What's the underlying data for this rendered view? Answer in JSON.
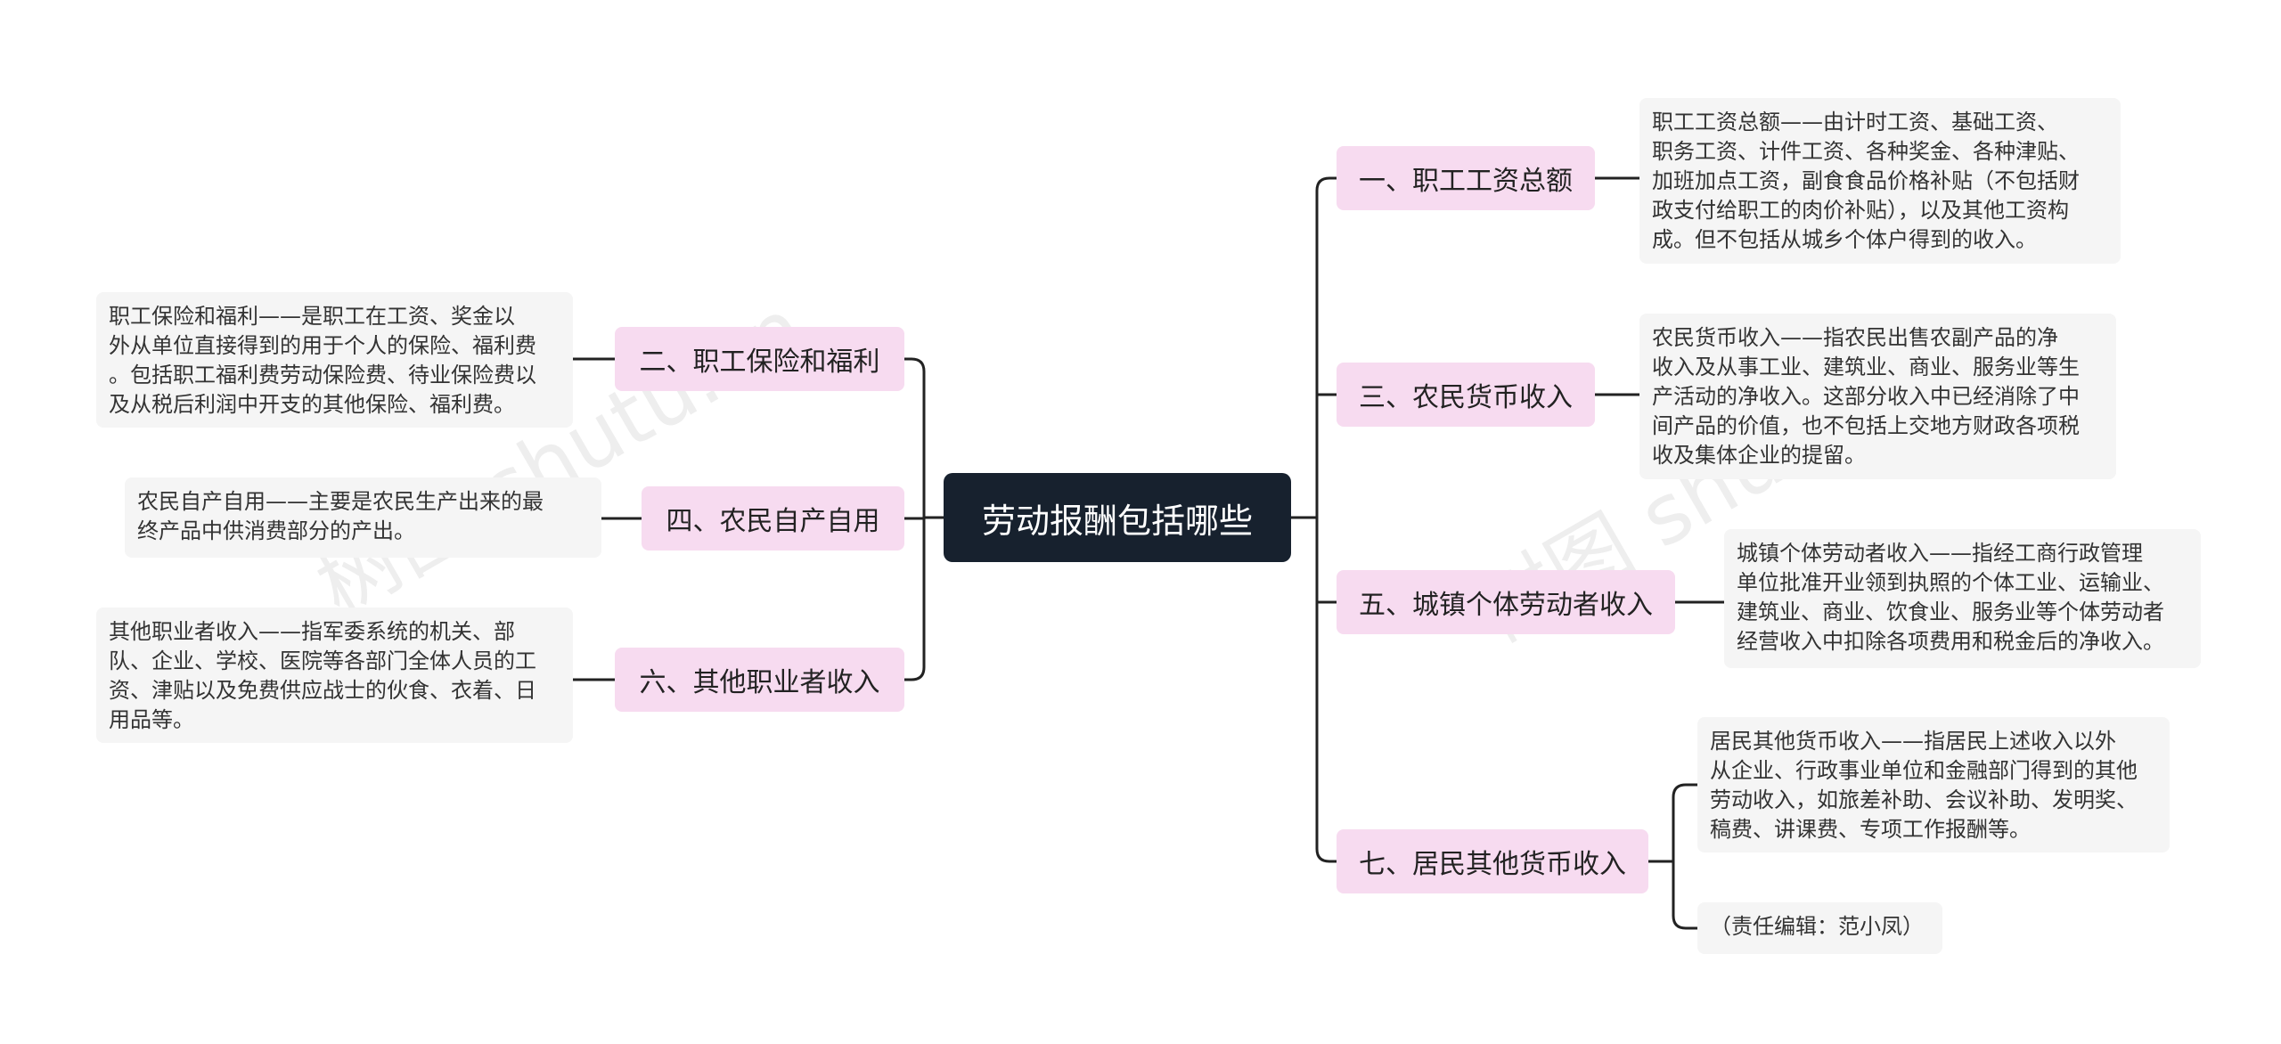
{
  "root": "劳动报酬包括哪些",
  "branches": [
    {
      "label": "一、职工工资总额",
      "detail": "职工工资总额——由计时工资、基础工资、\n职务工资、计件工资、各种奖金、各种津贴、\n加班加点工资，副食食品价格补贴（不包括财\n政支付给职工的肉价补贴），以及其他工资构\n成。但不包括从城乡个体户得到的收入。"
    },
    {
      "label": "二、职工保险和福利",
      "detail": "职工保险和福利——是职工在工资、奖金以\n外从单位直接得到的用于个人的保险、福利费\n。包括职工福利费劳动保险费、待业保险费以\n及从税后利润中开支的其他保险、福利费。"
    },
    {
      "label": "三、农民货币收入",
      "detail": "农民货币收入——指农民出售农副产品的净\n收入及从事工业、建筑业、商业、服务业等生\n产活动的净收入。这部分收入中已经消除了中\n间产品的价值，也不包括上交地方财政各项税\n收及集体企业的提留。"
    },
    {
      "label": "四、农民自产自用",
      "detail": "农民自产自用——主要是农民生产出来的最\n终产品中供消费部分的产出。"
    },
    {
      "label": "五、城镇个体劳动者收入",
      "detail": "城镇个体劳动者收入——指经工商行政管理\n单位批准开业领到执照的个体工业、运输业、\n建筑业、商业、饮食业、服务业等个体劳动者\n经营收入中扣除各项费用和税金后的净收入。"
    },
    {
      "label": "六、其他职业者收入",
      "detail": "其他职业者收入——指军委系统的机关、部\n队、企业、学校、医院等各部门全体人员的工\n资、津贴以及免费供应战士的伙食、衣着、日\n用品等。"
    },
    {
      "label": "七、居民其他货币收入",
      "detail": "居民其他货币收入——指居民上述收入以外\n从企业、行政事业单位和金融部门得到的其他\n劳动收入，如旅差补助、会议补助、发明奖、\n稿费、讲课费、专项工作报酬等。",
      "note": "（责任编辑：范小凤）"
    }
  ],
  "watermarks": [
    "树图 shutu.cn",
    "树图 shutu.cn"
  ],
  "colors": {
    "root_bg": "#17212e",
    "topic_bg": "#f7dbf0",
    "leaf_bg": "#f5f5f5",
    "line": "#222222"
  }
}
